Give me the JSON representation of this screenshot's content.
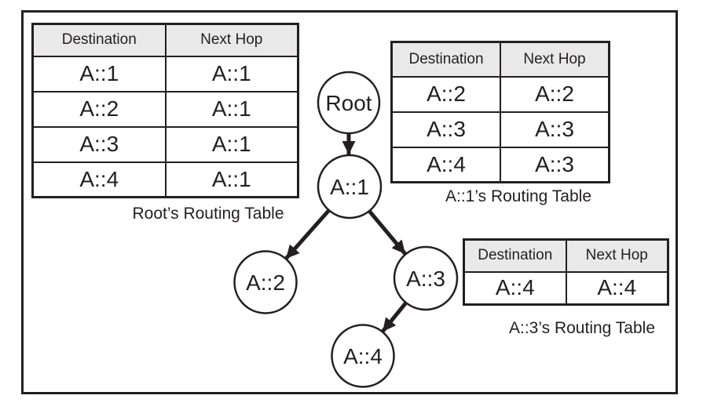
{
  "tables": [
    {
      "caption": "Root’s Routing Table",
      "headers": [
        "Destination",
        "Next Hop"
      ],
      "rows": [
        [
          "A::1",
          "A::1"
        ],
        [
          "A::2",
          "A::1"
        ],
        [
          "A::3",
          "A::1"
        ],
        [
          "A::4",
          "A::1"
        ]
      ]
    },
    {
      "caption": "A::1’s Routing Table",
      "headers": [
        "Destination",
        "Next Hop"
      ],
      "rows": [
        [
          "A::2",
          "A::2"
        ],
        [
          "A::3",
          "A::3"
        ],
        [
          "A::4",
          "A::3"
        ]
      ]
    },
    {
      "caption": "A::3’s Routing Table",
      "headers": [
        "Destination",
        "Next Hop"
      ],
      "rows": [
        [
          "A::4",
          "A::4"
        ]
      ]
    }
  ],
  "nodes": [
    {
      "label": "Root"
    },
    {
      "label": "A::1"
    },
    {
      "label": "A::2"
    },
    {
      "label": "A::3"
    },
    {
      "label": "A::4"
    }
  ],
  "edges": [
    {
      "from": "Root",
      "to": "A::1"
    },
    {
      "from": "A::1",
      "to": "A::2"
    },
    {
      "from": "A::1",
      "to": "A::3"
    },
    {
      "from": "A::3",
      "to": "A::4"
    }
  ],
  "colors": {
    "line": "#231f20",
    "header_bg": "#e9e9ea",
    "background": "#ffffff"
  }
}
